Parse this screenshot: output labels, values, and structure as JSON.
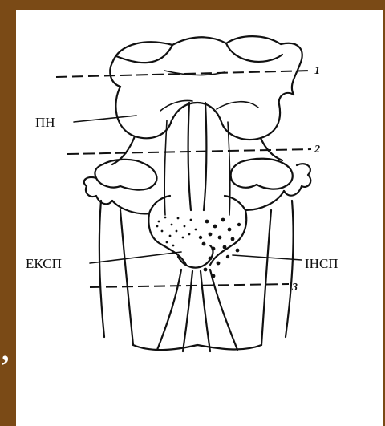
{
  "labels": {
    "pn": "ПН",
    "eksp": "ЕКСП",
    "insp": "ІНСП"
  },
  "levels": [
    "1",
    "2",
    "3"
  ],
  "stray_mark": ",",
  "colors": {
    "background": "#7a4a16",
    "panel": "#ffffff",
    "ink": "#111111"
  }
}
